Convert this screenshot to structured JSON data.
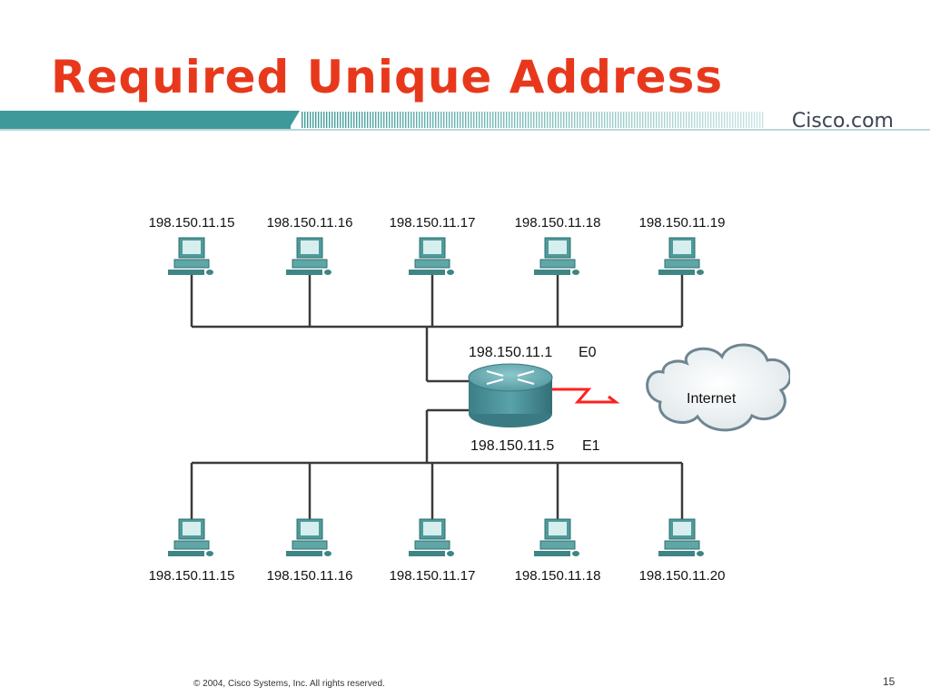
{
  "slide": {
    "title": "Required Unique Address",
    "brand": "Cisco.com",
    "footer": "© 2004, Cisco Systems, Inc. All rights reserved.",
    "page_number": "15"
  },
  "colors": {
    "title": "#e8381c",
    "banner": "#3e9a9a",
    "wan_link": "#ff2020",
    "computer": "#4f9a9a",
    "router": "#4a8f97"
  },
  "diagram": {
    "top_hosts": [
      "198.150.11.15",
      "198.150.11.16",
      "198.150.11.17",
      "198.150.11.18",
      "198.150.11.19"
    ],
    "bottom_hosts": [
      "198.150.11.15",
      "198.150.11.16",
      "198.150.11.17",
      "198.150.11.18",
      "198.150.11.20"
    ],
    "router": {
      "e0_address": "198.150.11.1",
      "e0_name": "E0",
      "e1_address": "198.150.11.5",
      "e1_name": "E1"
    },
    "cloud_label": "Internet"
  }
}
